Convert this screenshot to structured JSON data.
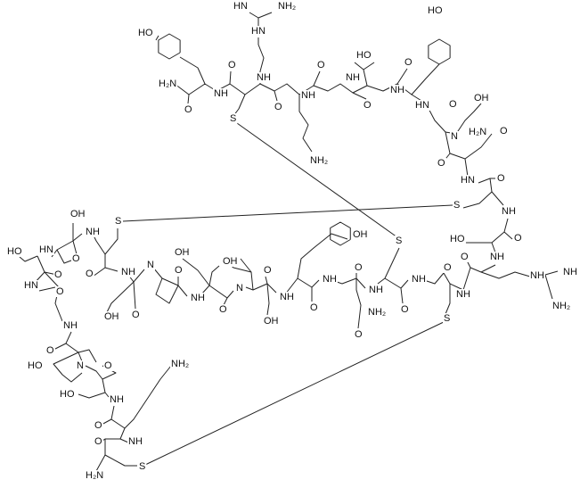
{
  "diagram": {
    "type": "chemical-structure",
    "atom_labels": [
      "HO",
      "HN",
      "NH₂",
      "HN",
      "H₂N",
      "O",
      "NH",
      "O",
      "NH",
      "O",
      "NH",
      "O",
      "NH",
      "O",
      "NH₂",
      "HO",
      "NH",
      "O",
      "HO",
      "HN",
      "O",
      "OH",
      "H₂N",
      "N",
      "O",
      "O",
      "HN",
      "O",
      "S",
      "NH",
      "S",
      "HO",
      "O",
      "O",
      "NH",
      "NH",
      "NH",
      "NH₂",
      "S",
      "O",
      "NH",
      "NH",
      "O",
      "S",
      "O",
      "NH",
      "NH₂",
      "O",
      "NH",
      "O",
      "OH",
      "O",
      "NH",
      "OH",
      "N",
      "O",
      "OH",
      "NH",
      "O",
      "OH",
      "N",
      "O",
      "OH",
      "NH",
      "O",
      "S",
      "NH",
      "OH",
      "HN",
      "O",
      "HO",
      "O",
      "HN",
      "O",
      "NH",
      "O",
      "HO",
      "N",
      "O",
      "NH₂",
      "HO",
      "NH",
      "O",
      "O",
      "NH",
      "S",
      "H₂N"
    ]
  }
}
